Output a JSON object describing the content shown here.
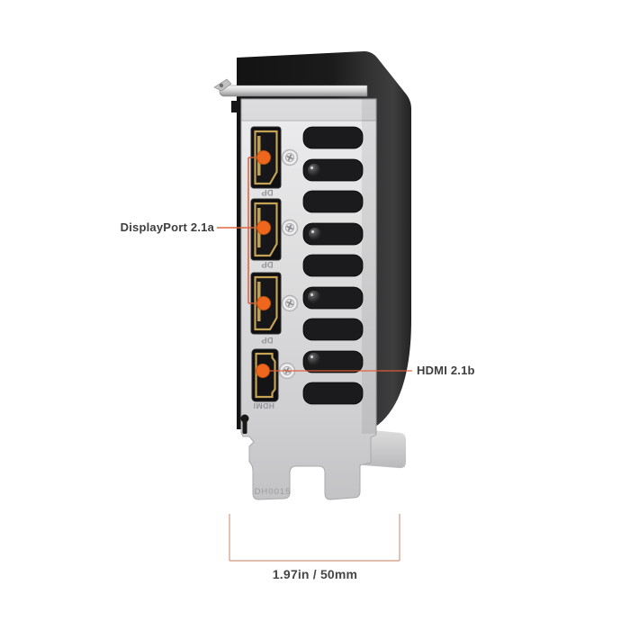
{
  "illustration": {
    "subject": "graphics-card-rear-io-bracket",
    "annotations": {
      "displayport": {
        "label": "DisplayPort 2.1a"
      },
      "hdmi": {
        "label": "HDMI 2.1b"
      },
      "dimension": {
        "label": "1.97in / 50mm"
      }
    },
    "engravings": {
      "dp": "DP",
      "hdmi": "HDMI",
      "bracket_code": "DH0015"
    },
    "colors": {
      "callout": "#dd5f38",
      "dimension_line": "#d8a893",
      "label_text": "#3e3e3e",
      "port_dot": "#ee671d",
      "body_black": "#1d1d1d",
      "bracket_silver": "#d6d6d8"
    }
  }
}
